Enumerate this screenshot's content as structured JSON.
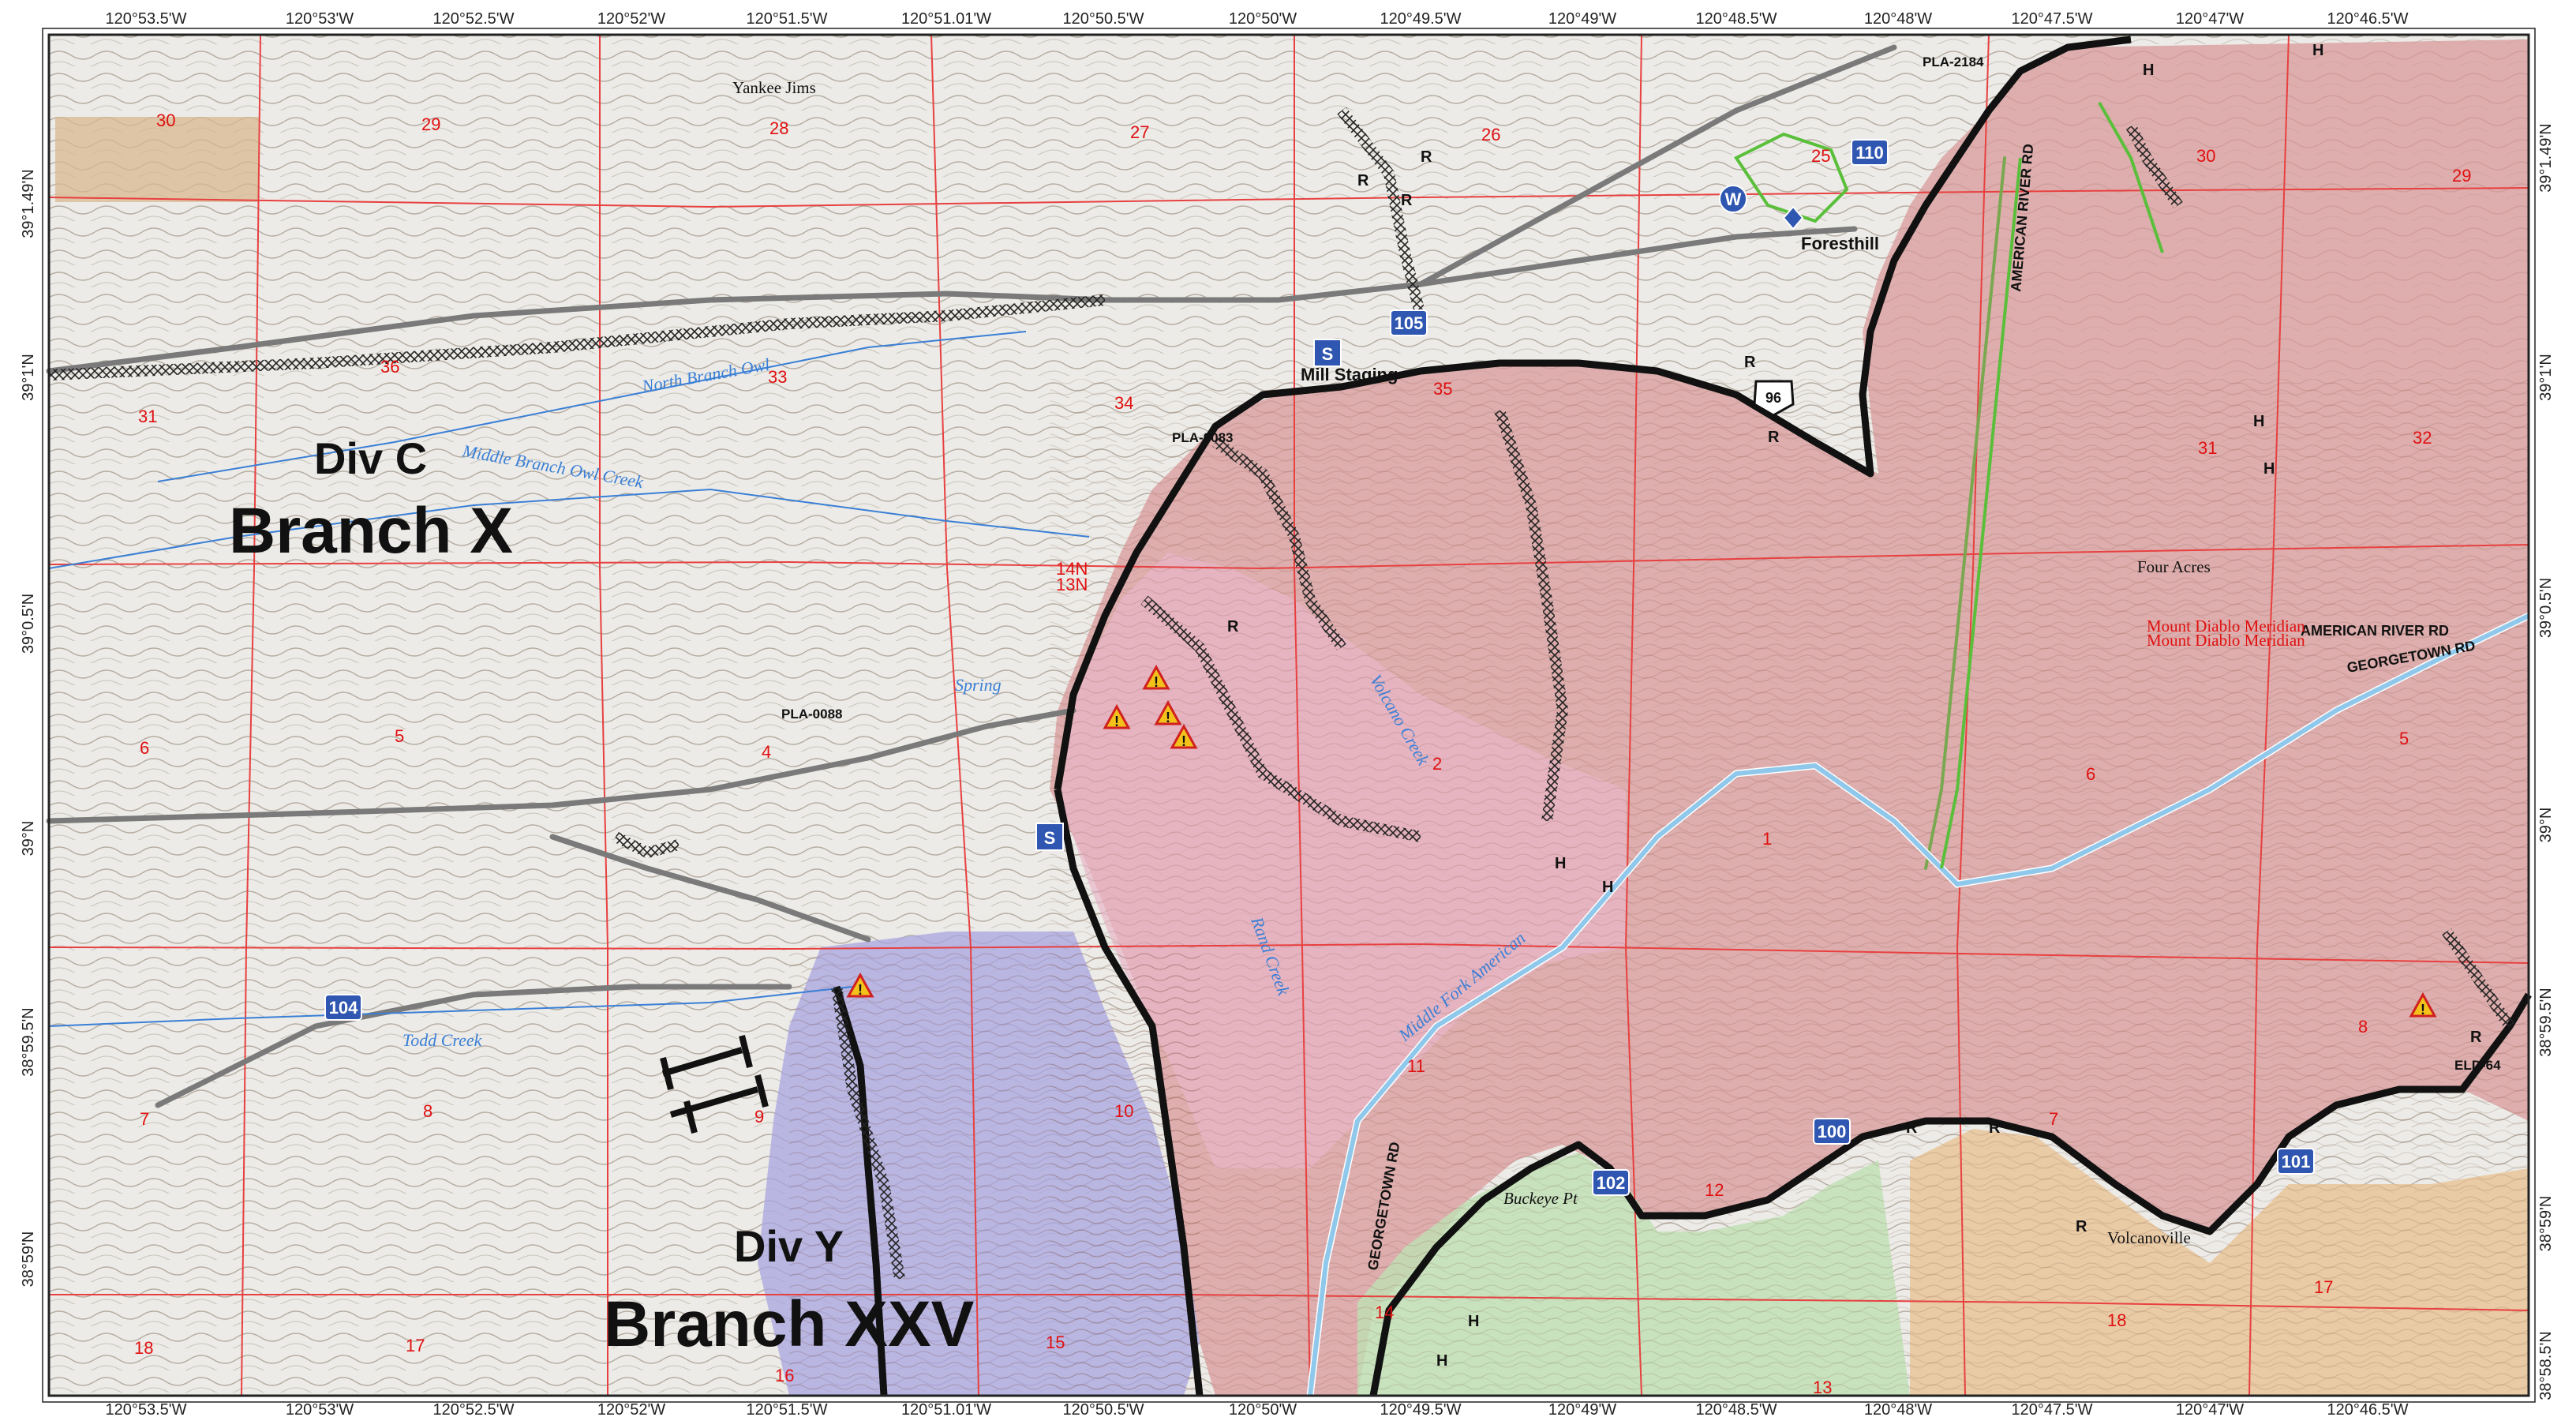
{
  "axes": {
    "top_lon": [
      "120°53.5'W",
      "120°53'W",
      "120°52.5'W",
      "120°52'W",
      "120°51.5'W",
      "120°51.01'W",
      "120°50.5'W",
      "120°50'W",
      "120°49.5'W",
      "120°49'W",
      "120°48.5'W",
      "120°48'W",
      "120°47.5'W",
      "120°47'W",
      "120°46.5'W"
    ],
    "bottom_lon": [
      "120°53.5'W",
      "120°53'W",
      "120°52.5'W",
      "120°52'W",
      "120°51.5'W",
      "120°51.01'W",
      "120°50.5'W",
      "120°50'W",
      "120°49.5'W",
      "120°49'W",
      "120°48.5'W",
      "120°48'W",
      "120°47.5'W",
      "120°47'W",
      "120°46.5'W"
    ],
    "left_lat": [
      "39°1.49'N",
      "39°1'N",
      "39°0.5'N",
      "39°N",
      "38°59.5'N",
      "38°59'N"
    ],
    "right_lat": [
      "39°1.49'N",
      "39°1'N",
      "39°0.5'N",
      "39°N",
      "38°59.5'N",
      "38°59'N",
      "38°58.5'N"
    ]
  },
  "sections": [
    {
      "n": "30"
    },
    {
      "n": "29"
    },
    {
      "n": "28"
    },
    {
      "n": "27"
    },
    {
      "n": "26"
    },
    {
      "n": "25"
    },
    {
      "n": "30"
    },
    {
      "n": "29"
    },
    {
      "n": "36"
    },
    {
      "n": "33"
    },
    {
      "n": "34"
    },
    {
      "n": "35"
    },
    {
      "n": "31"
    },
    {
      "n": "31"
    },
    {
      "n": "32"
    },
    {
      "n": "6"
    },
    {
      "n": "5"
    },
    {
      "n": "4"
    },
    {
      "n": "2"
    },
    {
      "n": "1"
    },
    {
      "n": "6"
    },
    {
      "n": "5"
    },
    {
      "n": "7"
    },
    {
      "n": "8"
    },
    {
      "n": "9"
    },
    {
      "n": "10"
    },
    {
      "n": "11"
    },
    {
      "n": "12"
    },
    {
      "n": "7"
    },
    {
      "n": "8"
    },
    {
      "n": "18"
    },
    {
      "n": "17"
    },
    {
      "n": "16"
    },
    {
      "n": "15"
    },
    {
      "n": "14"
    },
    {
      "n": "13"
    },
    {
      "n": "18"
    },
    {
      "n": "17"
    }
  ],
  "labels": {
    "div_c": "Div C",
    "branch_x": "Branch X",
    "div_y": "Div Y",
    "branch_xxv": "Branch XXV",
    "yankee_jims": "Yankee Jims",
    "foresthill": "Foresthill",
    "mill_staging": "Mill Staging",
    "four_acres": "Four Acres",
    "buckeye": "Buckeye Pt",
    "volcanoville": "Volcanoville",
    "pla_2184": "PLA-2184",
    "pla_0083": "PLA-0083",
    "pla_0088": "PLA-0088",
    "eld_64": "ELD-64",
    "american_river_rd_n": "AMERICAN RIVER RD",
    "american_river_rd_e": "AMERICAN RIVER RD",
    "georgetown_rd_e": "GEORGETOWN RD",
    "georgetown_rd_s": "GEORGETOWN RD",
    "mount_diablo_1": "Mount Diablo Meridian",
    "mount_diablo_2": "Mount Diablo Meridian",
    "north_branch_owl": "North Branch Owl",
    "middle_branch_owl": "Middle Branch Owl Creek",
    "volcano_creek": "Volcano Creek",
    "todd_creek": "Todd Creek",
    "spring": "Spring",
    "middle_fork": "Middle Fork American",
    "rand_creek": "Rand Creek",
    "code_14n": "14N",
    "code_13n": "13N"
  },
  "shields": {
    "s105": "105",
    "s110": "110",
    "s104": "104",
    "s100": "100",
    "s102": "102",
    "s101": "101",
    "s96": "96",
    "staging1": "S",
    "staging2": "S",
    "water": "W"
  },
  "legend_letters": {
    "r": "R",
    "h": "H"
  },
  "colors": {
    "fire_perimeter": "#111111",
    "burned_fill": "#d89a9a",
    "retardant_fill": "#d6b4d9",
    "blue_fill": "#a8a4e0",
    "green_fill": "#bfe0b4",
    "orange_fill": "#e8c090",
    "section_lines": "#e84040",
    "river": "#8fc8ea"
  }
}
